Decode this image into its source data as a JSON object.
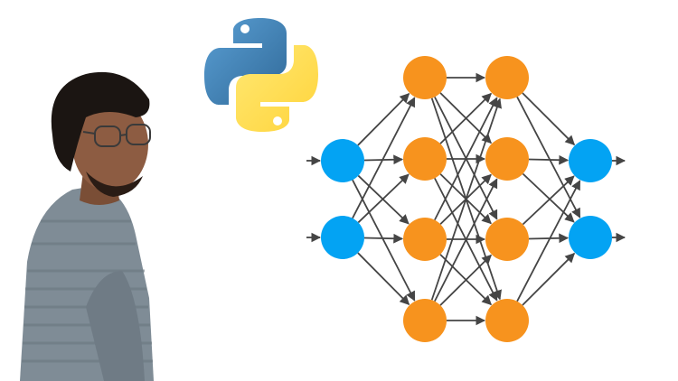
{
  "network": {
    "layers": [
      2,
      4,
      4,
      2
    ],
    "colors": {
      "input": "#03a3f3",
      "hidden": "#f7931e",
      "output": "#03a3f3",
      "edge": "#454545"
    }
  },
  "python_logo": {
    "icon": "python-logo-icon",
    "colors": {
      "blue": "#3b74a8",
      "yellow": "#ffd43b"
    }
  },
  "person": {
    "icon": "person-photo",
    "colors": {
      "shirt": "#7f8c96",
      "skin": "#8a5a40",
      "hair": "#1b1512"
    }
  }
}
